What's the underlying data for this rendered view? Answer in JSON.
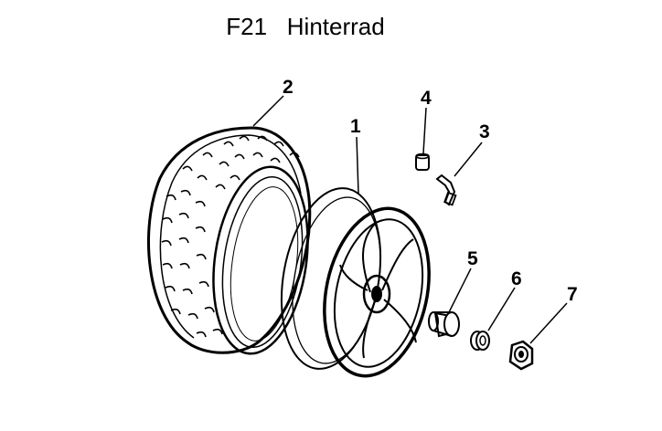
{
  "title": {
    "code": "F21",
    "name": "Hinterrad"
  },
  "callouts": {
    "rim": "1",
    "tire": "2",
    "valve": "3",
    "valve_cap": "4",
    "spacer": "5",
    "washer": "6",
    "axle_nut": "7"
  }
}
